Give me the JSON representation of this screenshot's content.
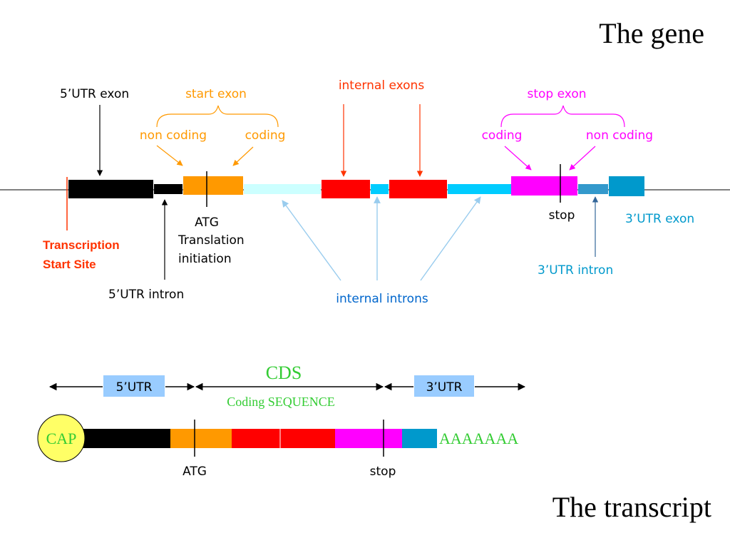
{
  "gene": {
    "title": "The gene",
    "labels": {
      "utr5_exon": "5’UTR exon",
      "start_exon": "start exon",
      "start_non_coding": "non coding",
      "start_coding": "coding",
      "internal_exons": "internal exons",
      "stop_exon": "stop exon",
      "stop_coding": "coding",
      "stop_non_coding": "non coding",
      "atg": "ATG",
      "translation_1": "Translation",
      "translation_2": "initiation",
      "tss_1": "Transcription",
      "tss_2": "Start Site",
      "utr5_intron": "5’UTR intron",
      "internal_introns": "internal introns",
      "stop": "stop",
      "utr3_exon": "3’UTR exon",
      "utr3_intron": "3’UTR intron"
    }
  },
  "transcript": {
    "title": "The transcript",
    "labels": {
      "utr5": "5’UTR",
      "cds": "CDS",
      "cds_full": "Coding SEQUENCE",
      "utr3": "3’UTR",
      "cap": "CAP",
      "polya": "AAAAAAA",
      "atg": "ATG",
      "stop": "stop"
    }
  },
  "colors": {
    "black": "#000000",
    "start_exon": "#ff9900",
    "internal_exon": "#ff0000",
    "stop_exon": "#ff00ff",
    "utr3_exon": "#0099cc",
    "intron_light": "#ccffff",
    "intron_cyan": "#00ccff",
    "utr3_intron": "#3399cc",
    "tss": "#ff3300",
    "arrow_light": "#99ccee",
    "utr_box": "#99ccff",
    "cap": "#ffff66",
    "cds_green": "#33cc33",
    "label_orange": "#ff9900",
    "label_red": "#ff3300",
    "label_magenta": "#ff00ff",
    "label_blue": "#0099cc",
    "label_intron": "#0066cc"
  }
}
